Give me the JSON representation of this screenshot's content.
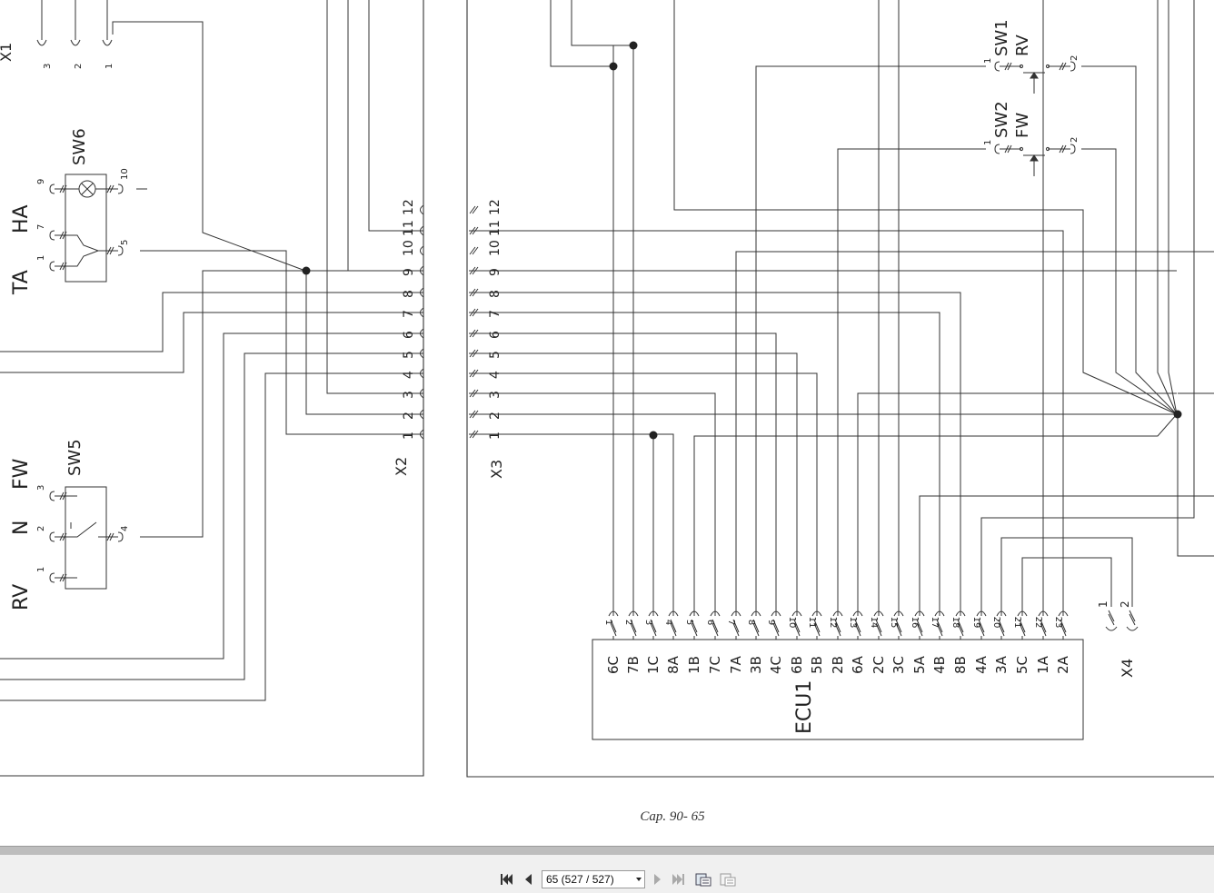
{
  "document": {
    "page_caption": "Cap. 90- 65",
    "left_labels": [
      "X1",
      "SW6",
      "HA",
      "TA",
      "SW5",
      "FW",
      "N",
      "RV"
    ],
    "x1_pins": [
      "3",
      "2",
      "1"
    ],
    "sw6_pins": {
      "p9": "9",
      "p10": "10",
      "p7": "7",
      "p1": "1",
      "p5": "5"
    },
    "sw5_pins": {
      "p3": "3",
      "p2": "2",
      "p1": "1",
      "p4": "4"
    },
    "x2": {
      "name": "X2",
      "pins": [
        "1",
        "2",
        "3",
        "4",
        "5",
        "6",
        "7",
        "8",
        "9",
        "10",
        "11",
        "12"
      ]
    },
    "x3": {
      "name": "X3",
      "pins": [
        "1",
        "2",
        "3",
        "4",
        "5",
        "6",
        "7",
        "8",
        "9",
        "10",
        "11",
        "12"
      ]
    },
    "sw1": {
      "name": "SW1",
      "sub": "RV",
      "pin1": "1",
      "pin2": "2"
    },
    "sw2": {
      "name": "SW2",
      "sub": "FW",
      "pin1": "1",
      "pin2": "2"
    },
    "ecu": {
      "name": "ECU1",
      "pin_numbers": [
        "1",
        "2",
        "3",
        "4",
        "5",
        "6",
        "7",
        "8",
        "9",
        "10",
        "11",
        "12",
        "13",
        "14",
        "15",
        "16",
        "17",
        "18",
        "19",
        "20",
        "21",
        "22",
        "23"
      ],
      "pin_labels": [
        "6C",
        "7B",
        "1C",
        "8A",
        "1B",
        "7C",
        "7A",
        "3B",
        "4C",
        "6B",
        "5B",
        "2B",
        "6A",
        "2C",
        "3C",
        "5A",
        "4B",
        "8B",
        "4A",
        "3A",
        "5C",
        "1A",
        "2A"
      ]
    },
    "x4": {
      "name": "X4",
      "pins": [
        "1",
        "2"
      ]
    }
  },
  "viewer": {
    "page_selector_value": "65 (527 / 527)",
    "buttons": [
      "first-page",
      "previous-page",
      "next-page",
      "last-page",
      "fit-page",
      "fit-width"
    ]
  }
}
